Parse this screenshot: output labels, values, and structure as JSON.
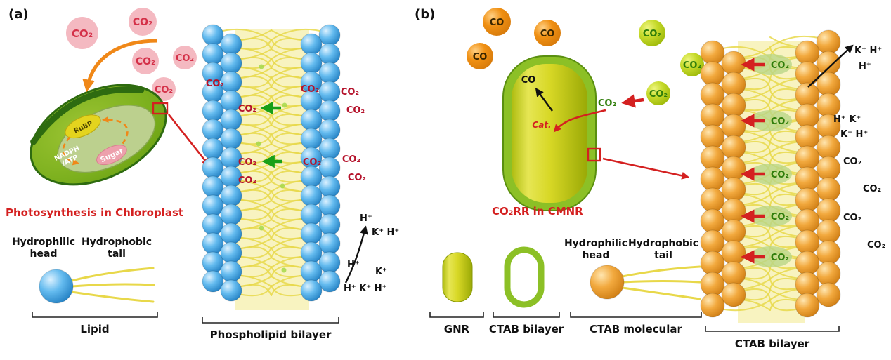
{
  "panels": {
    "a": {
      "tag": "(a)",
      "title": "Photosynthesis in Chloroplast",
      "chloroplast": {
        "rubp": "RuBP",
        "nadph": "NADPH",
        "atp": "/ATP",
        "sugar": "Sugar"
      },
      "legend": {
        "hydrophilic": "Hydrophilic",
        "head": "head",
        "hydrophobic": "Hydrophobic",
        "tail": "tail",
        "name": "Lipid"
      },
      "bilayer_label": "Phospholipid bilayer"
    },
    "b": {
      "tag": "(b)",
      "title": "CO₂RR in CMNR",
      "rod": {
        "co": "CO",
        "cat": "Cat."
      },
      "legend": {
        "hydrophilic": "Hydrophilic",
        "head": "head",
        "hydrophobic": "Hydrophobic",
        "tail": "tail",
        "gnr": "GNR",
        "ctab_bilayer": "CTAB bilayer",
        "ctab_molecular": "CTAB molecular"
      },
      "bilayer_label": "CTAB bilayer"
    }
  },
  "molecules": {
    "co2": "CO₂",
    "co": "CO"
  },
  "ions": {
    "h": "H⁺",
    "k": "K⁺",
    "kh": "K⁺ H⁺",
    "hk": "H⁺ K⁺",
    "hkh": "H⁺ K⁺ H⁺"
  },
  "colors": {
    "accent_red": "#d42020",
    "co2_dark_red": "#b5122b",
    "co2_pink_text": "#d43048",
    "co2_green_text": "#2f7d0a",
    "co_text": "#3a2600",
    "green_arrow": "#18a018",
    "orange_arrow": "#f08818",
    "tail_yellow": "#e8d84a",
    "lipid_blue": "#3f9fd8",
    "ctab_orange": "#eda33c",
    "chloroplast_green": "#7cb01e",
    "co2_circle_green": "#c6da2b",
    "co_circle_orange": "#f09013",
    "co2_circle_pink": "#f4b9c1"
  }
}
